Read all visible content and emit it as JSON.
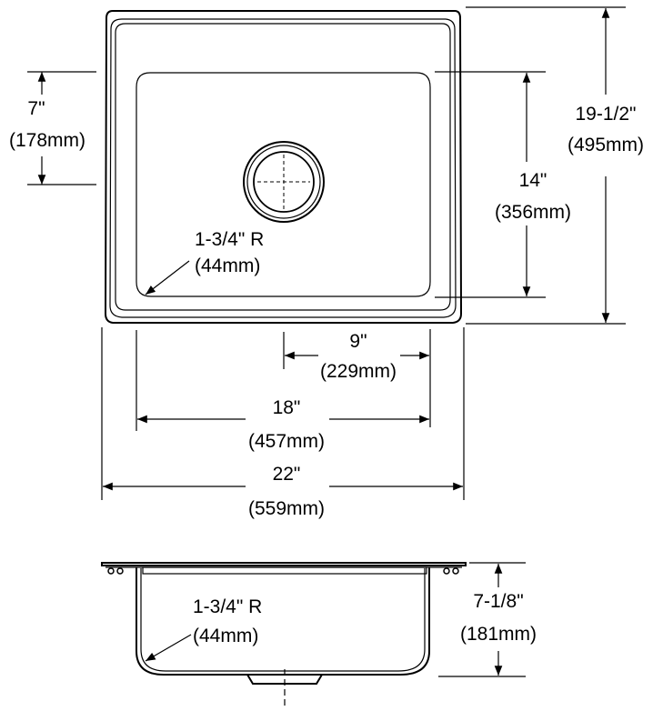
{
  "dimensions": {
    "bowl_offset": {
      "imperial": "7\"",
      "metric": "(178mm)"
    },
    "overall_depth": {
      "imperial": "19-1/2\"",
      "metric": "(495mm)"
    },
    "bowl_depth": {
      "imperial": "14\"",
      "metric": "(356mm)"
    },
    "corner_radius_top": {
      "imperial": "1-3/4\" R",
      "metric": "(44mm)"
    },
    "drain_offset": {
      "imperial": "9\"",
      "metric": "(229mm)"
    },
    "bowl_width": {
      "imperial": "18\"",
      "metric": "(457mm)"
    },
    "overall_width": {
      "imperial": "22\"",
      "metric": "(559mm)"
    },
    "corner_radius_side": {
      "imperial": "1-3/4\" R",
      "metric": "(44mm)"
    },
    "bowl_height": {
      "imperial": "7-1/8\"",
      "metric": "(181mm)"
    }
  }
}
